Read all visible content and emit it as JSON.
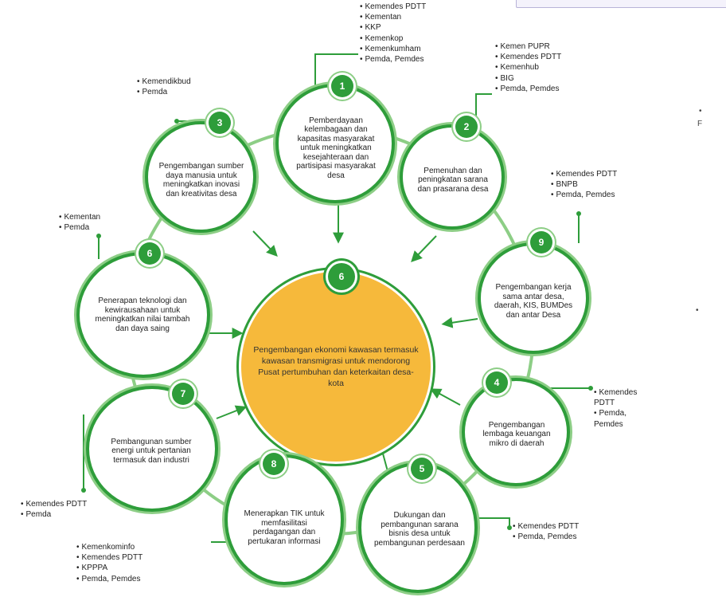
{
  "center": {
    "number": "6",
    "text": "Pengembangan ekonomi kawasan termasuk kawasan transmigrasi untuk mendorong Pusat pertumbuhan dan keterkaitan desa-kota"
  },
  "nodes": [
    {
      "id": "n1",
      "number": "1",
      "text": "Pemberdayaan kelembagaan dan kapasitas masyarakat untuk meningkatkan kesejahteraan dan partisipasi masyarakat desa"
    },
    {
      "id": "n2",
      "number": "2",
      "text": "Pemenuhan dan peningkatan sarana dan prasarana desa"
    },
    {
      "id": "n3",
      "number": "3",
      "text": "Pengembangan sumber daya manusia untuk meningkatkan inovasi dan kreativitas desa"
    },
    {
      "id": "n4",
      "number": "4",
      "text": "Pengembangan lembaga keuangan mikro di daerah"
    },
    {
      "id": "n5",
      "number": "5",
      "text": "Dukungan dan pembangunan sarana bisnis desa untuk pembangunan perdesaan"
    },
    {
      "id": "n6",
      "number": "6",
      "text": "Penerapan teknologi dan kewirausahaan untuk meningkatkan nilai tambah dan daya saing"
    },
    {
      "id": "n7",
      "number": "7",
      "text": "Pembangunan sumber energi untuk pertanian termasuk dan industri"
    },
    {
      "id": "n8",
      "number": "8",
      "text": "Menerapkan TIK untuk memfasilitasi perdagangan dan pertukaran informasi"
    },
    {
      "id": "n9",
      "number": "9",
      "text": "Pengembangan kerja sama antar desa, daerah, KIS, BUMDes dan antar Desa"
    }
  ],
  "agencies": {
    "n1": [
      "Kemendes PDTT",
      "Kementan",
      "KKP",
      "Kemenkop",
      "Kemenkumham",
      "Pemda, Pemdes"
    ],
    "n2": [
      "Kemen PUPR",
      "Kemendes PDTT",
      "Kemenhub",
      "BIG",
      "Pemda, Pemdes"
    ],
    "n3": [
      "Kemendikbud",
      "Pemda"
    ],
    "n4": [
      "Kemendes PDTT",
      "Pemda, Pemdes"
    ],
    "n5": [
      "Kemendes PDTT",
      "Pemda, Pemdes"
    ],
    "n6": [
      "Kementan",
      "Pemda"
    ],
    "n7": [
      "Kemendes PDTT",
      "Pemda"
    ],
    "n8": [
      "Kemenkominfo",
      "Kemendes PDTT",
      "KPPPA",
      "Pemda, Pemdes"
    ],
    "n9": [
      "Kemendes PDTT",
      "BNPB",
      "Pemda, Pemdes"
    ]
  },
  "fragments": {
    "right_top": "•",
    "right_top2": "F",
    "right_mid": "•"
  }
}
